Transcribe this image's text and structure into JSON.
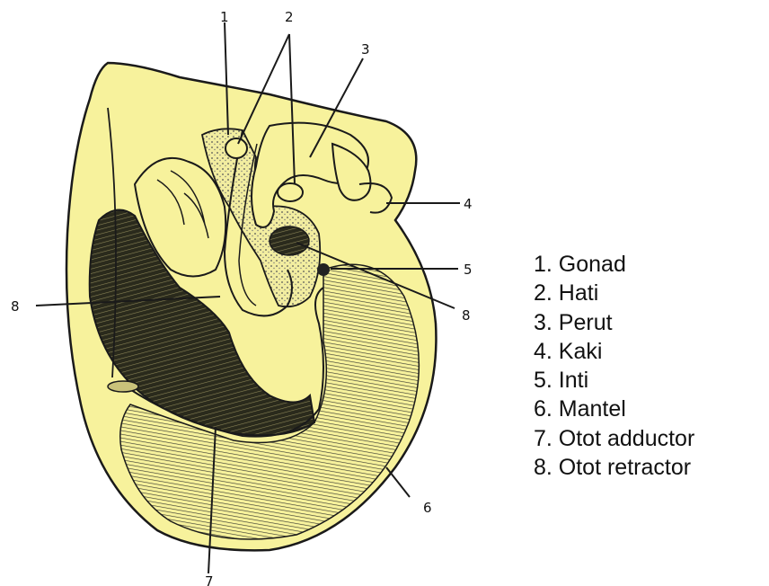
{
  "colors": {
    "fill": "#f7f29c",
    "outline": "#1a1a1a",
    "muscle": "#222222"
  },
  "callouts": [
    "1",
    "2",
    "3",
    "4",
    "5",
    "6",
    "7",
    "8",
    "8"
  ],
  "legend": [
    "1. Gonad",
    "2. Hati",
    "3. Perut",
    "4. Kaki",
    "5. Inti",
    "6. Mantel",
    "7. Otot adductor",
    "8. Otot retractor"
  ]
}
